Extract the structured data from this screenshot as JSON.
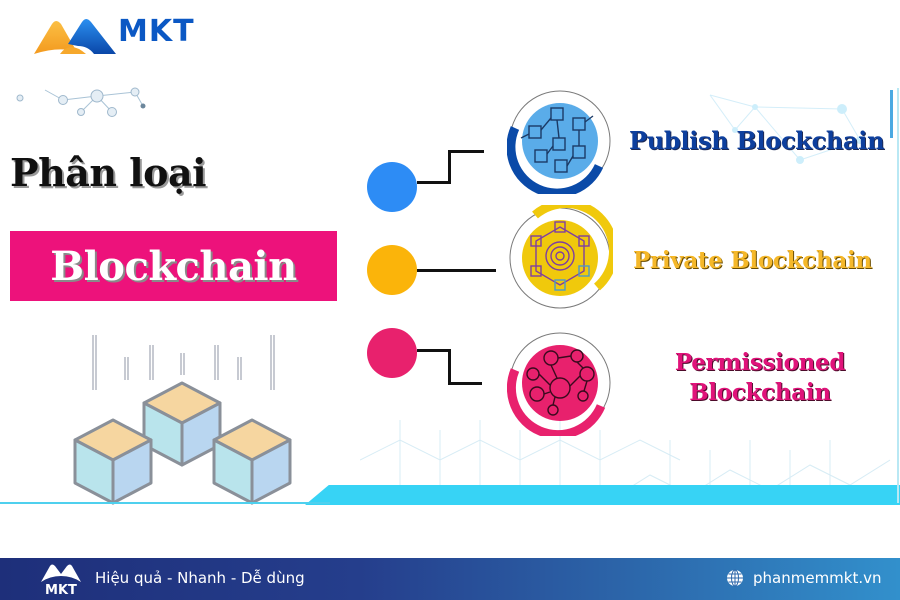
{
  "brand": {
    "name": "MKT",
    "colors": {
      "blue": "#0b58c4",
      "orange": "#f7a531"
    }
  },
  "hero": {
    "title": "Phân loại",
    "subtitle": "Blockchain",
    "subtitle_bg": "#ed127b"
  },
  "types": [
    {
      "label": "Publish Blockchain",
      "dot_color": "#2d8cf5",
      "ring_color": "#0a4aa8",
      "inner_color": "#5aace9",
      "icon": "cube-network-icon"
    },
    {
      "label": "Private Blockchain",
      "dot_color": "#fbb40a",
      "ring_color": "#f0c90c",
      "inner_color": "#f0c90c",
      "icon": "hex-cube-network-icon"
    },
    {
      "label_line1": "Permissioned",
      "label_line2": "Blockchain",
      "dot_color": "#e8216d",
      "ring_color": "#e8216d",
      "inner_color": "#e8216d",
      "icon": "user-network-icon"
    }
  ],
  "footer": {
    "tagline": "Hiệu quả - Nhanh - Dễ dùng",
    "website": "phanmemmkt.vn",
    "logo_text": "MKT"
  }
}
